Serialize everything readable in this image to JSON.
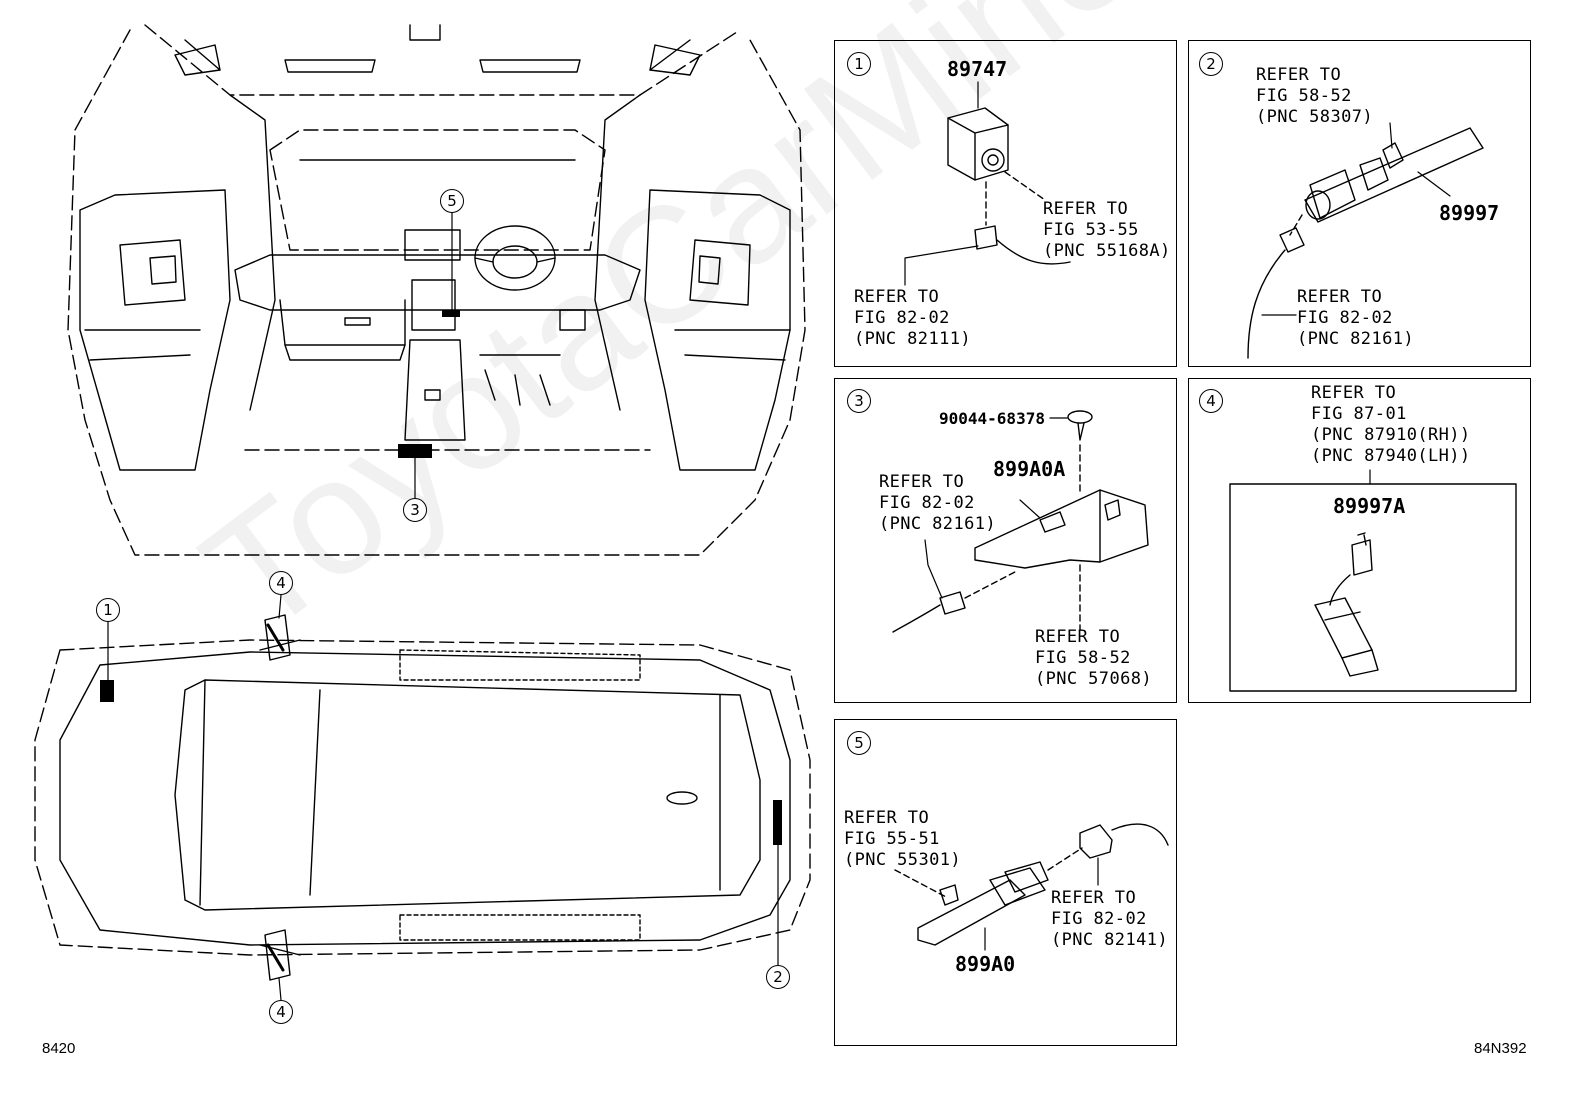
{
  "watermark": "ToyotaCarMine.ru",
  "footer": {
    "left_code": "8420",
    "right_code": "84N392"
  },
  "callouts": [
    "1",
    "2",
    "3",
    "4",
    "5"
  ],
  "panels": [
    {
      "num": "1",
      "part": "89747",
      "ref_a": [
        "REFER TO",
        "FIG 53-55",
        "(PNC 55168A)"
      ],
      "ref_b": [
        "REFER TO",
        "FIG 82-02",
        "(PNC 82111)"
      ]
    },
    {
      "num": "2",
      "part": "89997",
      "ref_a": [
        "REFER TO",
        "FIG 58-52",
        "(PNC 58307)"
      ],
      "ref_b": [
        "REFER TO",
        "FIG 82-02",
        "(PNC 82161)"
      ]
    },
    {
      "num": "3",
      "part": "899A0A",
      "screw": "90044-68378",
      "ref_a": [
        "REFER TO",
        "FIG 82-02",
        "(PNC 82161)"
      ],
      "ref_b": [
        "REFER TO",
        "FIG 58-52",
        "(PNC 57068)"
      ]
    },
    {
      "num": "4",
      "part": "89997A",
      "ref_a": [
        "REFER TO",
        "FIG 87-01",
        "(PNC 87910(RH))",
        "(PNC 87940(LH))"
      ]
    },
    {
      "num": "5",
      "part": "899A0",
      "ref_a": [
        "REFER TO",
        "FIG 55-51",
        "(PNC 55301)"
      ],
      "ref_b": [
        "REFER TO",
        "FIG 82-02",
        "(PNC 82141)"
      ]
    }
  ]
}
